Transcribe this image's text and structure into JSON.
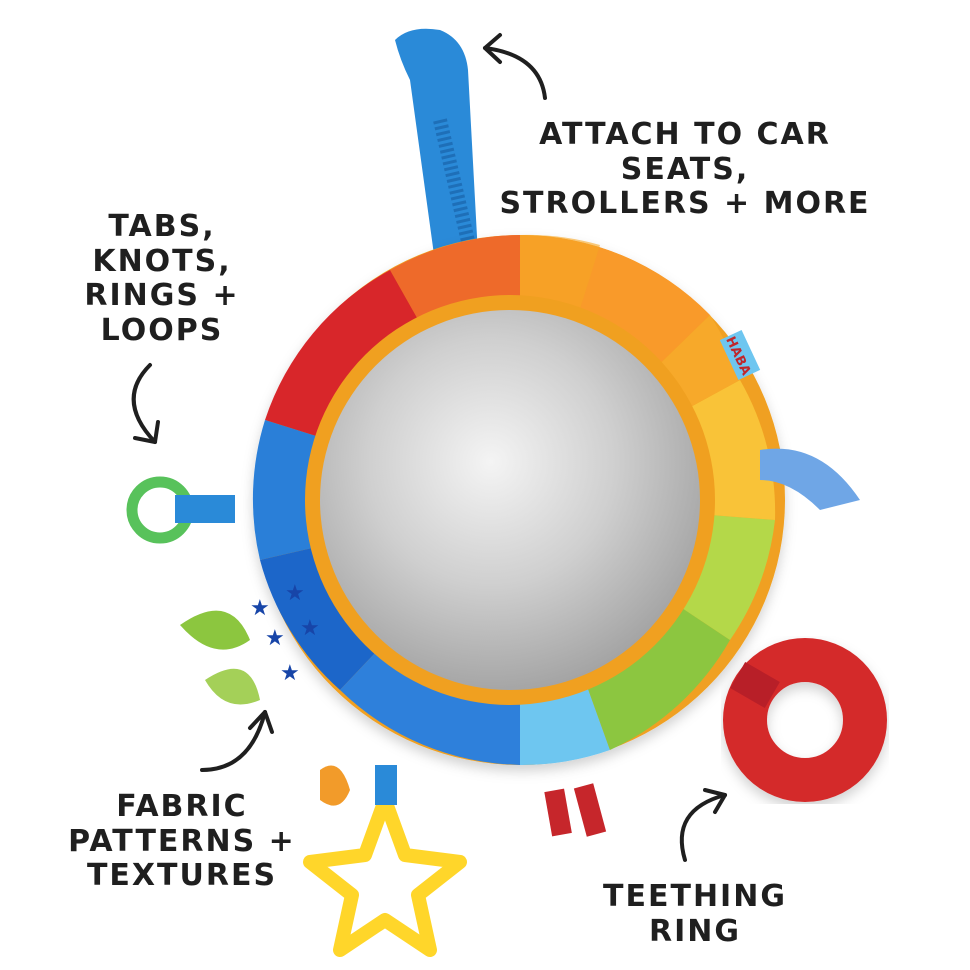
{
  "product": {
    "name": "rainbow activity mirror toy",
    "brand_tag": "HABA"
  },
  "callouts": [
    {
      "id": "attach",
      "lines": [
        "ATTACH TO CAR SEATS,",
        "STROLLERS + MORE"
      ]
    },
    {
      "id": "tabs",
      "lines": [
        "TABS,",
        "KNOTS,",
        "RINGS +",
        "LOOPS"
      ]
    },
    {
      "id": "fabric",
      "lines": [
        "FABRIC",
        "PATTERNS +",
        "TEXTURES"
      ]
    },
    {
      "id": "teething",
      "lines": [
        "TEETHING",
        "RING"
      ]
    }
  ],
  "colors": {
    "text": "#1f1f1f",
    "strap_blue": "#2a8ad8",
    "red": "#d8262b",
    "orange": "#f07a1f",
    "yellow": "#f9c338",
    "green": "#8cc63f",
    "light_blue": "#6ec6f0",
    "blue": "#1f66c9",
    "mirror_frame": "#f0a020",
    "teether_red": "#d42a2a",
    "star_yellow": "#ffd62a"
  }
}
